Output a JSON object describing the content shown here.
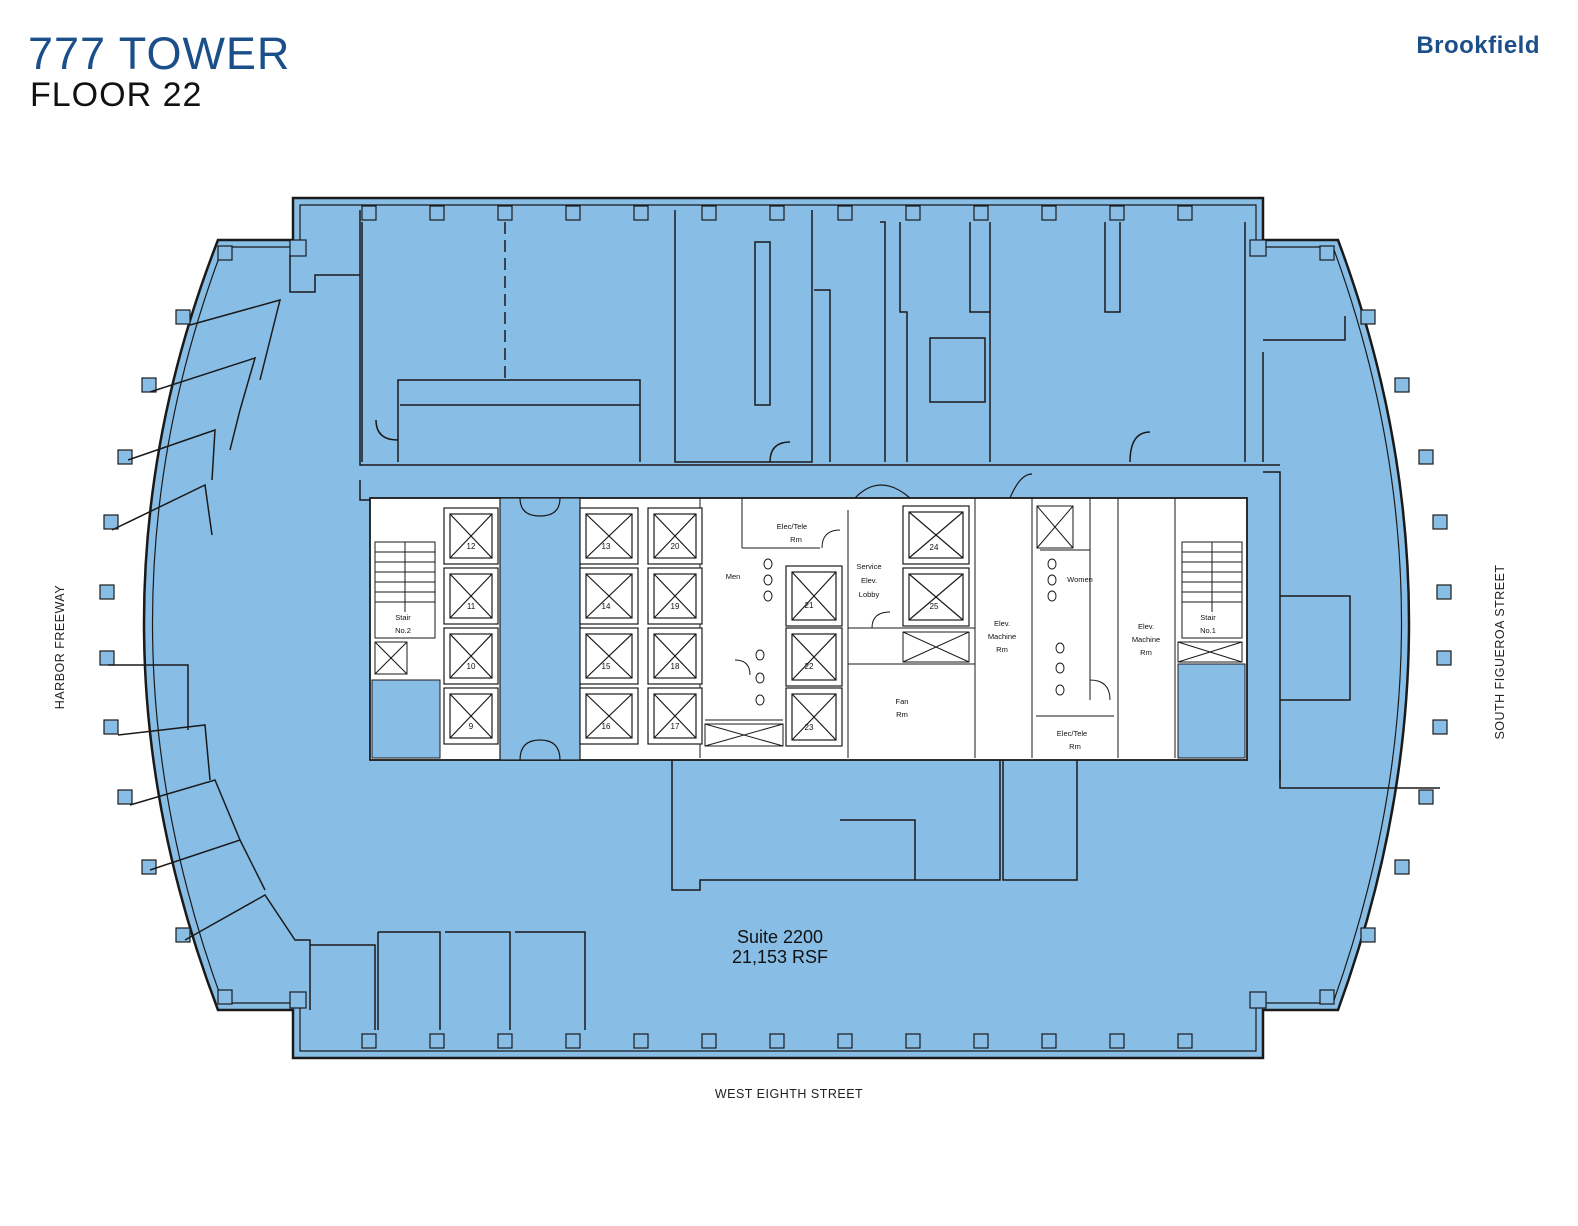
{
  "header": {
    "title": "777 TOWER",
    "subtitle": "FLOOR 22",
    "logo": "Brookfield"
  },
  "colors": {
    "brand": "#1b4f8a",
    "suite_fill": "#88bde6",
    "core_fill": "#ffffff",
    "wall": "#1a1a1a"
  },
  "suite": {
    "name": "Suite 2200",
    "area": "21,153 RSF"
  },
  "streets": {
    "south": "WEST EIGHTH STREET",
    "west": "HARBOR FREEWAY",
    "east": "SOUTH FIGUEROA STREET"
  },
  "core_rooms": {
    "stair_2": [
      "Stair",
      "No.2"
    ],
    "stair_1": [
      "Stair",
      "No.1"
    ],
    "elec_tele_top": [
      "Elec/Tele",
      "Rm"
    ],
    "men": "Men",
    "women": "Women",
    "service_lobby": [
      "Service",
      "Elev.",
      "Lobby"
    ],
    "fan_room": [
      "Fan",
      "Rm"
    ],
    "elev_machine_left": [
      "Elev.",
      "Machine",
      "Rm"
    ],
    "elev_machine_right": [
      "Elev.",
      "Machine",
      "Rm"
    ],
    "elec_tele_bottom": [
      "Elec/Tele",
      "Rm"
    ]
  },
  "elevators": {
    "bank_a": [
      "12",
      "11",
      "10",
      "9"
    ],
    "bank_b": [
      "13",
      "14",
      "15",
      "16"
    ],
    "bank_c": [
      "20",
      "19",
      "18",
      "17"
    ],
    "bank_d": [
      "21",
      "22",
      "23"
    ],
    "bank_e": [
      "24",
      "25"
    ]
  }
}
